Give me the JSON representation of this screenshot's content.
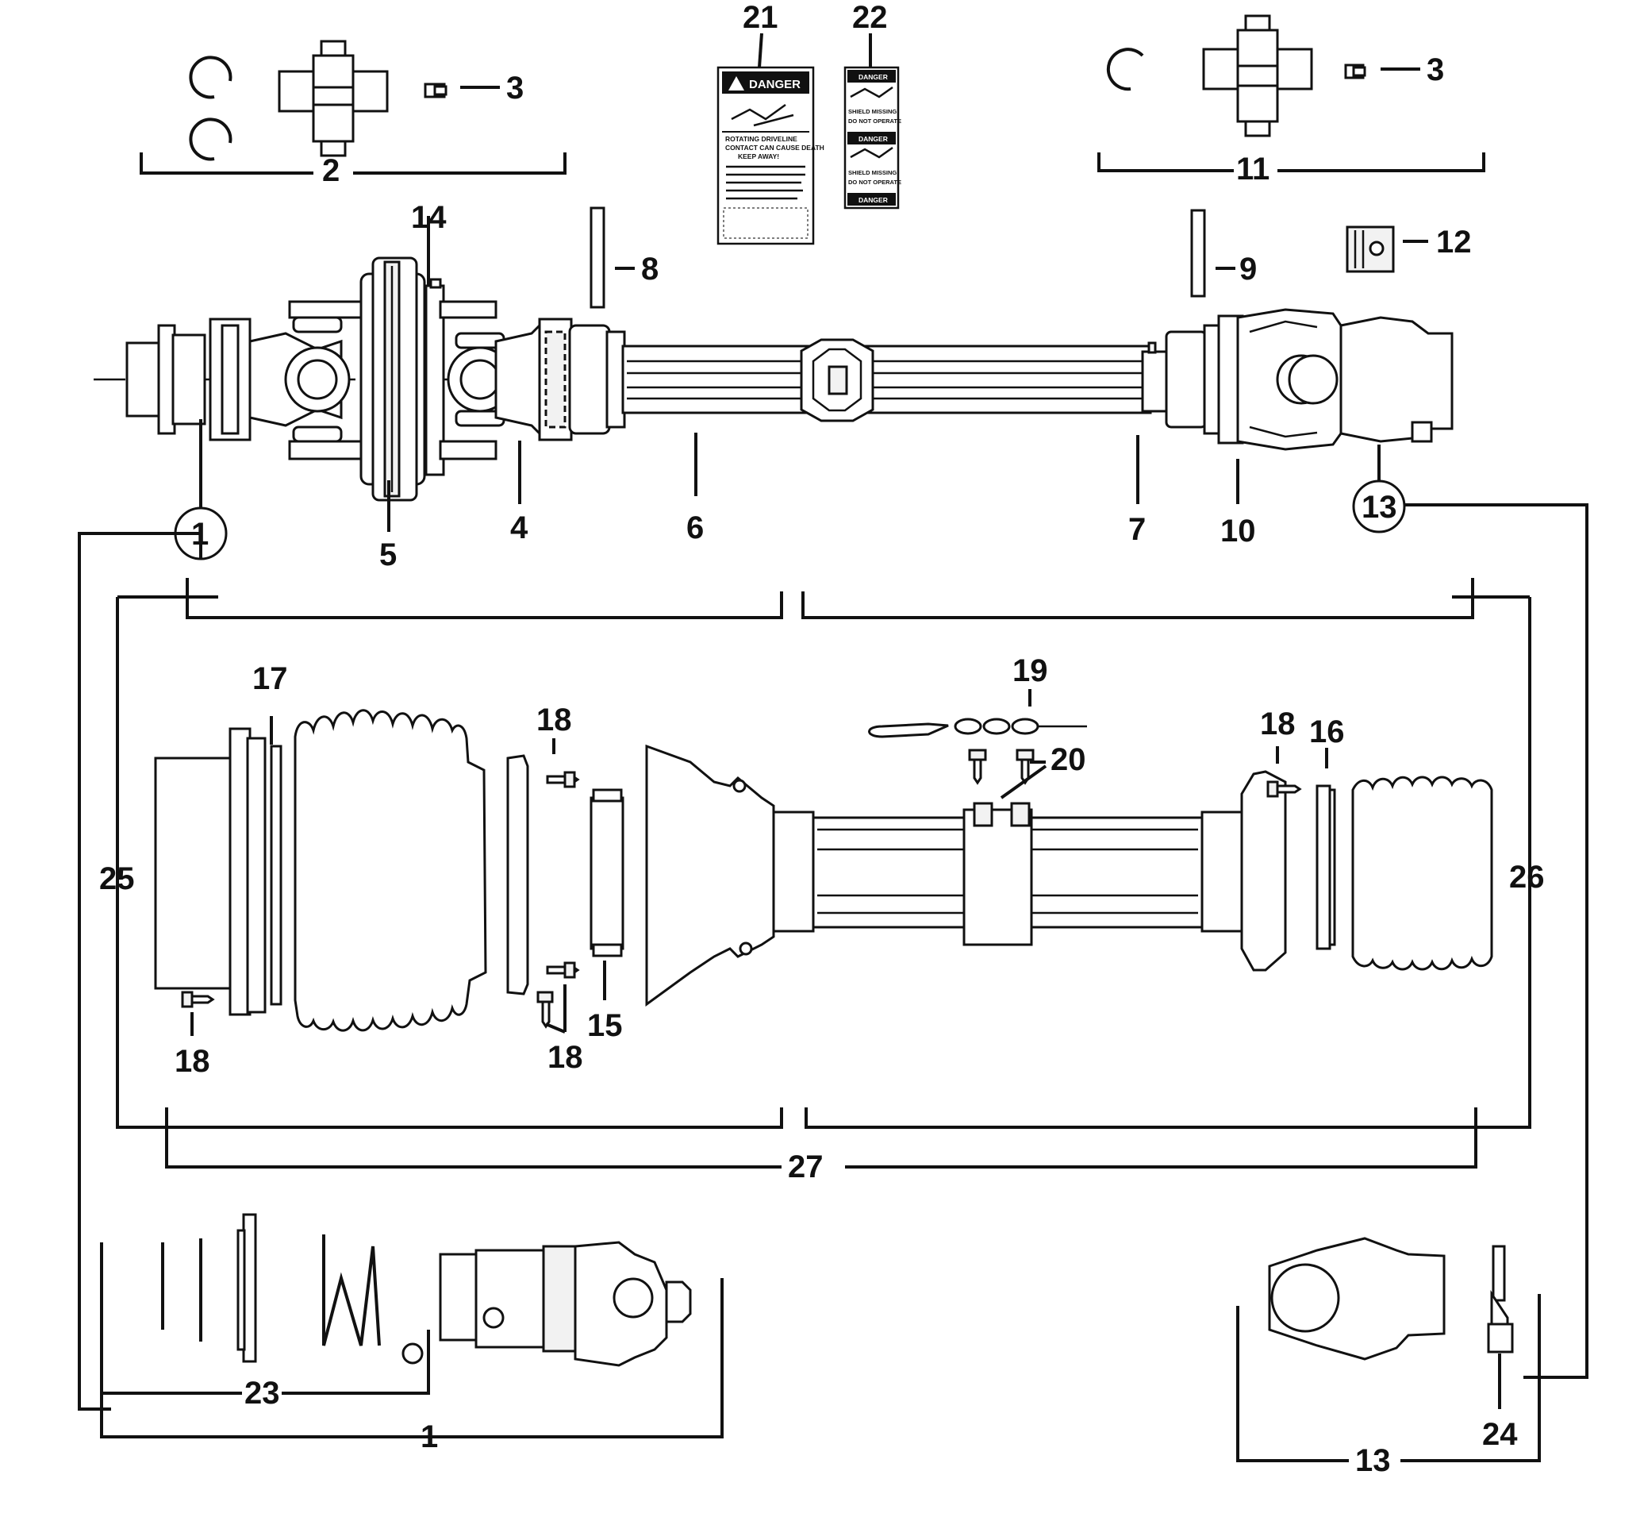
{
  "callouts": {
    "c1": "1",
    "c2": "2",
    "c3a": "3",
    "c3b": "3",
    "c4": "4",
    "c5": "5",
    "c6": "6",
    "c7": "7",
    "c8": "8",
    "c9": "9",
    "c10": "10",
    "c11": "11",
    "c12": "12",
    "c13a": "13",
    "c13b": "13",
    "c14": "14",
    "c15": "15",
    "c16": "16",
    "c17": "17",
    "c18a": "18",
    "c18b": "18",
    "c18c": "18",
    "c18d": "18",
    "c19": "19",
    "c20": "20",
    "c21": "21",
    "c22": "22",
    "c23": "23",
    "c1b": "1",
    "c24": "24",
    "c25": "25",
    "c26": "26",
    "c27": "27"
  },
  "decal_21": {
    "header": "DANGER",
    "line1": "ROTATING DRIVELINE",
    "line2": "CONTACT CAN CAUSE DEATH",
    "line3": "KEEP AWAY!"
  },
  "decal_22": {
    "header1": "DANGER",
    "text1a": "SHIELD MISSING",
    "text1b": "DO NOT OPERATE",
    "header2": "DANGER",
    "text2a": "SHIELD MISSING",
    "text2b": "DO NOT OPERATE",
    "header3": "DANGER"
  }
}
